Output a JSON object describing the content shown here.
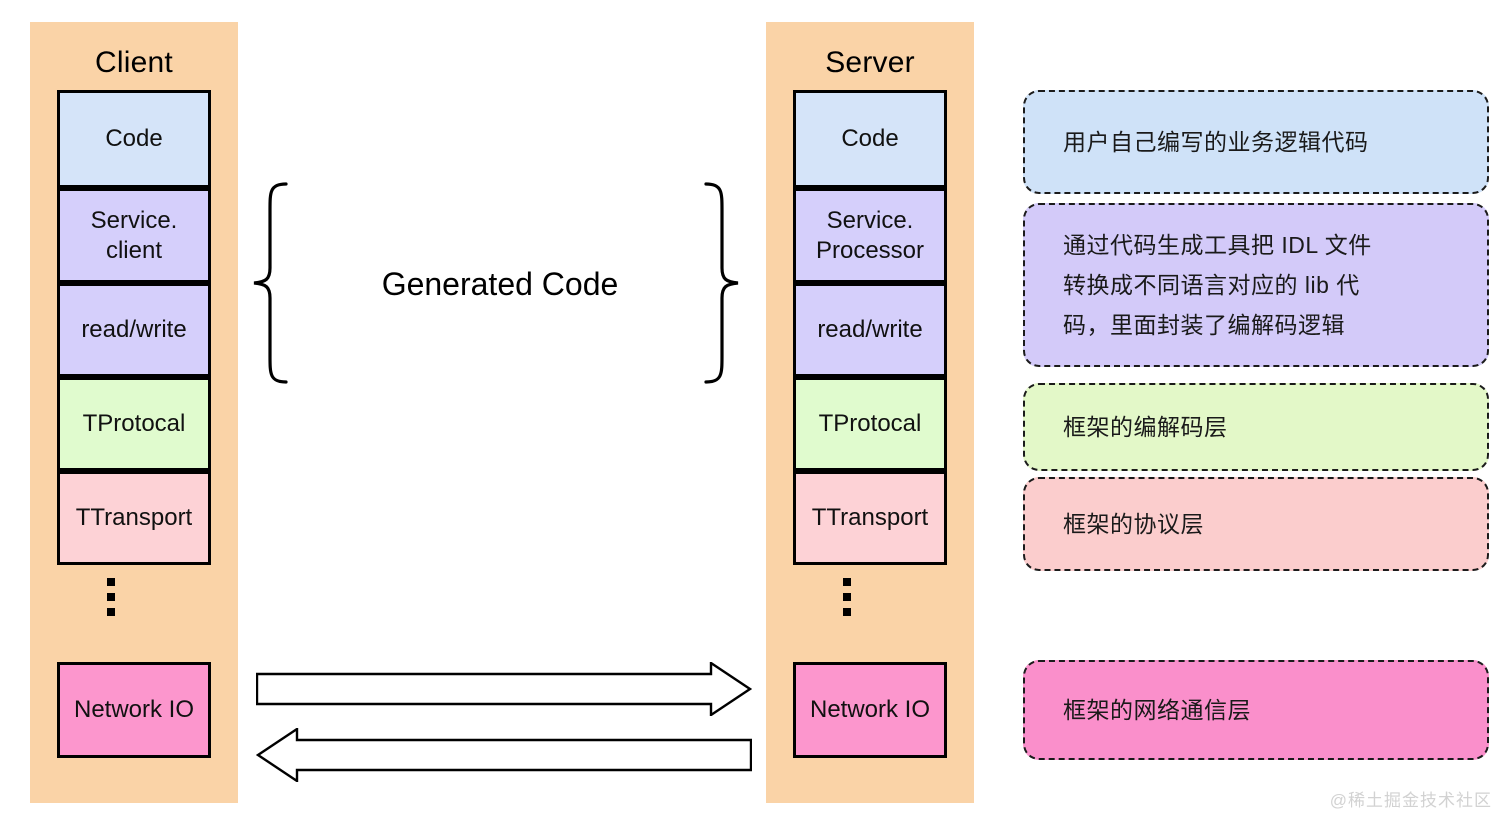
{
  "diagram": {
    "title_client": "Client",
    "title_server": "Server",
    "center_label": "Generated Code",
    "watermark": "@稀土掘金技术社区"
  },
  "colors": {
    "column_orange": "#fad3a7",
    "code_blue": "#d5e4f9",
    "generated_purple": "#d5cffb",
    "protocol_green": "#e0fbce",
    "transport_pink": "#fdd2d6",
    "network_magenta": "#fc96cd",
    "border_black": "#000000",
    "watermark_gray": "#d2d2d2"
  },
  "client_stack": [
    {
      "label": "Code",
      "fill": "#d5e4f9"
    },
    {
      "label": "Service.\nclient",
      "fill": "#d5cffb"
    },
    {
      "label": "read/write",
      "fill": "#d5cffb"
    },
    {
      "label": "TProtocal",
      "fill": "#e0fbce"
    },
    {
      "label": "TTransport",
      "fill": "#fdd2d6"
    },
    {
      "label": "Network IO",
      "fill": "#fc96cd"
    }
  ],
  "server_stack": [
    {
      "label": "Code",
      "fill": "#d5e4f9"
    },
    {
      "label": "Service.\nProcessor",
      "fill": "#d5cffb"
    },
    {
      "label": "read/write",
      "fill": "#d5cffb"
    },
    {
      "label": "TProtocal",
      "fill": "#e0fbce"
    },
    {
      "label": "TTransport",
      "fill": "#fdd2d6"
    },
    {
      "label": "Network IO",
      "fill": "#fc96cd"
    }
  ],
  "notes": [
    {
      "text": "用户自己编写的业务逻辑代码",
      "fill": "#cfe2f8"
    },
    {
      "text": "通过代码生成工具把 IDL 文件\n转换成不同语言对应的 lib 代\n码，里面封装了编解码逻辑",
      "fill": "#d3caf9"
    },
    {
      "text": "框架的编解码层",
      "fill": "#e3f8c8"
    },
    {
      "text": "框架的协议层",
      "fill": "#fbcdcd"
    },
    {
      "text": "框架的网络通信层",
      "fill": "#fa8fcb"
    }
  ],
  "arrows": [
    {
      "name": "request-arrow",
      "direction": "right"
    },
    {
      "name": "response-arrow",
      "direction": "left"
    }
  ]
}
